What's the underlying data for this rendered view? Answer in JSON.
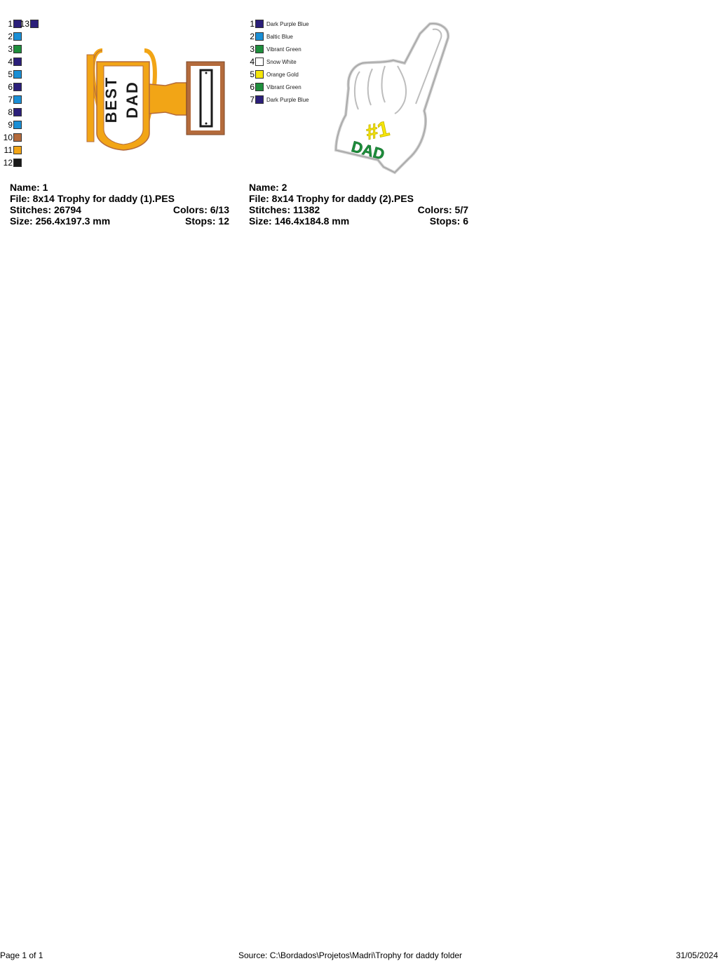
{
  "designs": [
    {
      "legend": [
        {
          "n": "1",
          "color": "#2b1f7a"
        },
        {
          "n": "2",
          "color": "#1a8fd6"
        },
        {
          "n": "3",
          "color": "#1e8f3c"
        },
        {
          "n": "4",
          "color": "#2b1f7a"
        },
        {
          "n": "5",
          "color": "#1a8fd6"
        },
        {
          "n": "6",
          "color": "#2b1f7a"
        },
        {
          "n": "7",
          "color": "#1a8fd6"
        },
        {
          "n": "8",
          "color": "#2b1f7a"
        },
        {
          "n": "9",
          "color": "#1a8fd6"
        },
        {
          "n": "10",
          "color": "#b46b3c"
        },
        {
          "n": "11",
          "color": "#f2a516"
        },
        {
          "n": "12",
          "color": "#1a1a1a"
        },
        {
          "n": "13",
          "color": "#2b1f7a"
        }
      ],
      "artwork_text": [
        "BEST",
        "DAD"
      ],
      "name": "Name: 1",
      "file": "File: 8x14 Trophy for daddy (1).PES",
      "stitches": "Stitches: 26794",
      "colors": "Colors: 6/13",
      "size": "Size: 256.4x197.3 mm",
      "stops": "Stops: 12"
    },
    {
      "legend": [
        {
          "n": "1",
          "color": "#2b1f7a",
          "name": "Dark Purple Blue"
        },
        {
          "n": "2",
          "color": "#1a8fd6",
          "name": "Baltic Blue"
        },
        {
          "n": "3",
          "color": "#1e8f3c",
          "name": "Vibrant Green"
        },
        {
          "n": "4",
          "color": "#ffffff",
          "name": "Snow White"
        },
        {
          "n": "5",
          "color": "#f5e60a",
          "name": "Orange Gold"
        },
        {
          "n": "6",
          "color": "#1e8f3c",
          "name": "Vibrant Green"
        },
        {
          "n": "7",
          "color": "#2b1f7a",
          "name": "Dark Purple Blue"
        }
      ],
      "artwork_text": [
        "#1",
        "DAD"
      ],
      "name": "Name: 2",
      "file": "File: 8x14 Trophy for daddy (2).PES",
      "stitches": "Stitches: 11382",
      "colors": "Colors: 5/7",
      "size": "Size: 146.4x184.8 mm",
      "stops": "Stops: 6"
    }
  ],
  "footer": {
    "page": "Page 1 of 1",
    "source": "Source: C:\\Bordados\\Projetos\\Madri\\Trophy for daddy folder",
    "date": "31/05/2024"
  }
}
